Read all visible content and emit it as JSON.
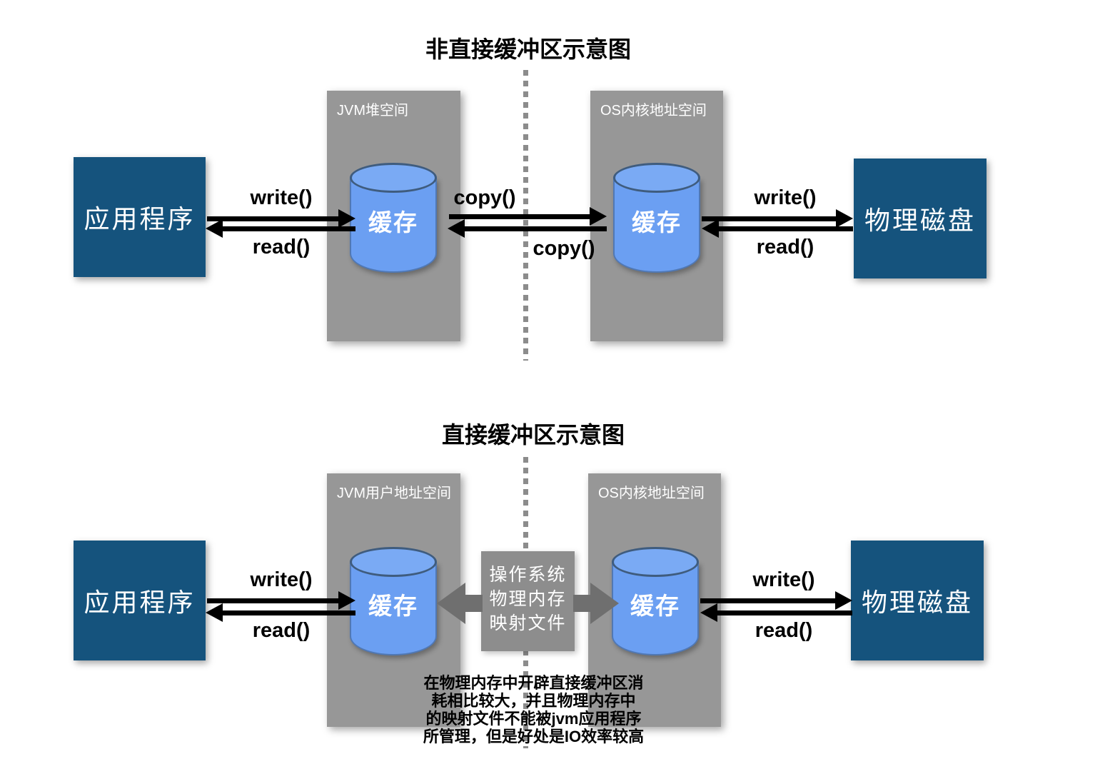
{
  "top_diagram": {
    "title": "非直接缓冲区示意图",
    "app_label": "应用程序",
    "disk_label": "物理磁盘",
    "jvm_panel_label": "JVM堆空间",
    "os_panel_label": "OS内核地址空间",
    "jvm_cache_label": "缓存",
    "os_cache_label": "缓存",
    "arrow_labels": {
      "write_left": "write()",
      "read_left": "read()",
      "copy_forward": "copy()",
      "copy_backward": "copy()",
      "write_right": "write()",
      "read_right": "read()"
    }
  },
  "bottom_diagram": {
    "title": "直接缓冲区示意图",
    "app_label": "应用程序",
    "disk_label": "物理磁盘",
    "jvm_panel_label": "JVM用户地址空间",
    "os_panel_label": "OS内核地址空间",
    "jvm_cache_label": "缓存",
    "os_cache_label": "缓存",
    "mapping_box": {
      "line1": "操作系统",
      "line2": "物理内存",
      "line3": "映射文件"
    },
    "arrow_labels": {
      "write_left": "write()",
      "read_left": "read()",
      "write_right": "write()",
      "read_right": "read()"
    },
    "note": {
      "line1": "在物理内存中开辟直接缓冲区消",
      "line2": "耗相比较大，并且物理内存中",
      "line3": "的映射文件不能被jvm应用程序",
      "line4": "所管理，但是好处是IO效率较高"
    }
  },
  "colors": {
    "dark_blue_box": "#15537D",
    "panel_gray": "#979797",
    "mapping_box_gray": "#8D8D8D",
    "block_arrow_gray": "#6F6F6F",
    "cylinder_blue": "#6B9FF2",
    "cylinder_top_blue": "#7AAAF4",
    "cylinder_edge": "#3F5C7E",
    "arrow_black": "#000000",
    "dotted_line_gray": "#8C8C8C",
    "background": "#FFFFFF"
  }
}
